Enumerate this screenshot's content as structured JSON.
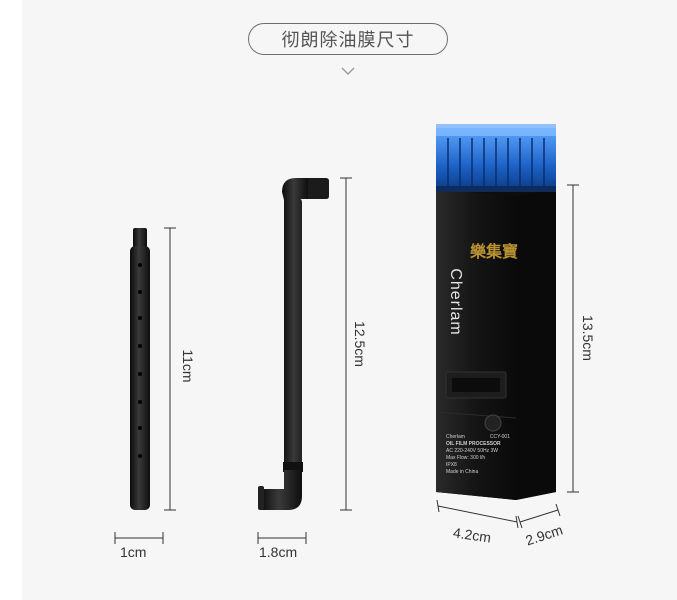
{
  "title": "彻朗除油膜尺寸",
  "brand": "Cherlam",
  "watermark": "樂集寶",
  "label_panel": {
    "brand_small": "Cherlam",
    "model": "CCY-001",
    "product": "OIL FILM PROCESSOR",
    "line1": "AC 220-240V  50Hz  3W",
    "line2": "Max Flow: 300 l/h",
    "line3": "IPX8",
    "line4": "Made in China"
  },
  "dimensions": {
    "tube_length": "11cm",
    "tube_width": "1cm",
    "pipe_length": "12.5cm",
    "pipe_width": "1.8cm",
    "body_height": "13.5cm",
    "body_width": "4.2cm",
    "body_depth": "2.9cm"
  },
  "colors": {
    "panel_bg": "#f6f6f6",
    "body": "#151515",
    "accent_blue": "#2f7fe0",
    "line": "#333333"
  }
}
